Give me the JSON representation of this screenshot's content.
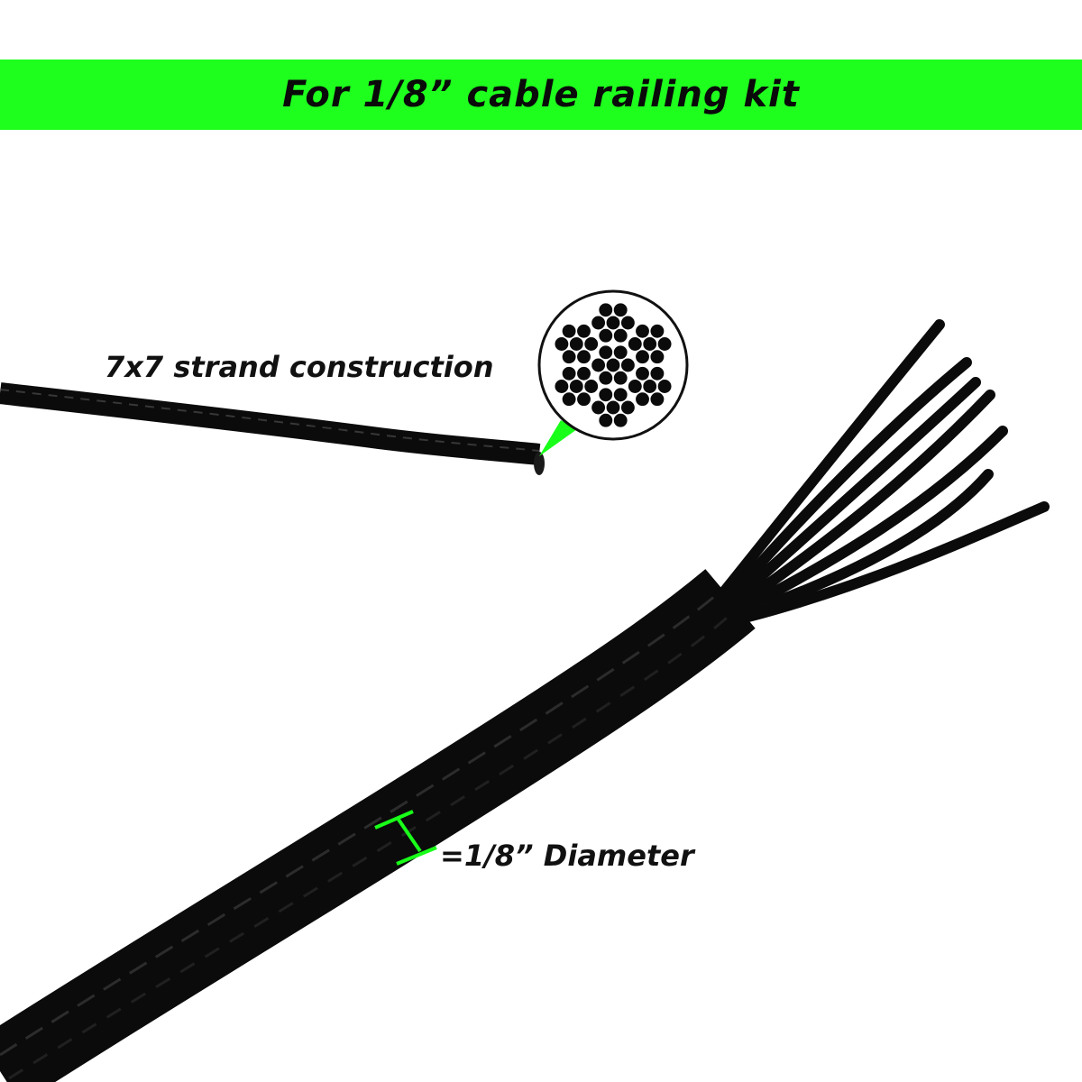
{
  "banner": {
    "title": "For 1/8” cable railing kit",
    "color": "#1eff1e"
  },
  "labels": {
    "strand": "7x7 strand construction",
    "diameter": "=1/8” Diameter"
  },
  "colors": {
    "accent": "#19ff19",
    "cable": "#0b0b0b",
    "background": "#ffffff"
  },
  "icons": [
    "cross-section-icon",
    "diameter-marker-icon"
  ]
}
